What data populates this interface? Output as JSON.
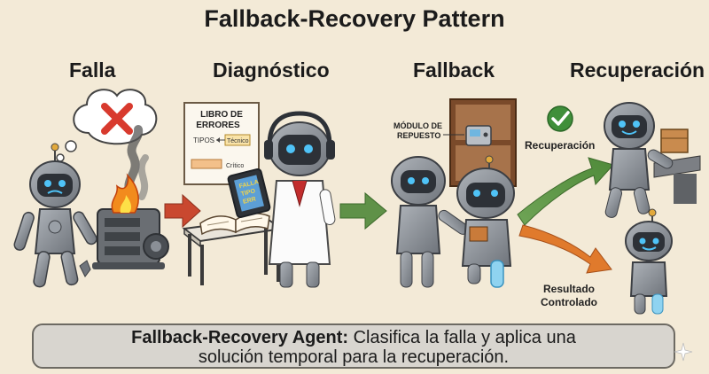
{
  "title": "Fallback-Recovery Pattern",
  "stages": {
    "falla": "Falla",
    "diagnostico": "Diagnóstico",
    "fallback": "Fallback",
    "recuperacion": "Recuperación"
  },
  "error_book": {
    "title_line1": "LIBRO DE",
    "title_line2": "ERRORES",
    "tipos": "TIPOS",
    "tecnico": "Técnico",
    "critico": "Crítico"
  },
  "tablet_lines": [
    "FALLA",
    "TIPO",
    "ERR"
  ],
  "module": {
    "line1": "MÓDULO DE",
    "line2": "REPUESTO"
  },
  "outcomes": {
    "recuperacion": "Recuperación",
    "resultado_line1": "Resultado",
    "resultado_line2": "Controlado"
  },
  "caption": {
    "bold": "Fallback-Recovery Agent:",
    "line1_rest": " Clasifica la falla y aplica una",
    "line2": "solución temporal para la recuperación."
  },
  "colors": {
    "background": "#f3ead7",
    "arrow_red": "#c9482f",
    "arrow_green": "#5f9148",
    "arrow_orange": "#e07a2c",
    "robot_body": "#8a8f96",
    "robot_eye": "#4fc3f7"
  },
  "icons": [
    "error-x-icon",
    "fire-icon",
    "smoke-icon",
    "check-icon",
    "sparkle-icon",
    "box-icon",
    "open-book-icon",
    "tablet-icon",
    "spare-module-icon"
  ]
}
